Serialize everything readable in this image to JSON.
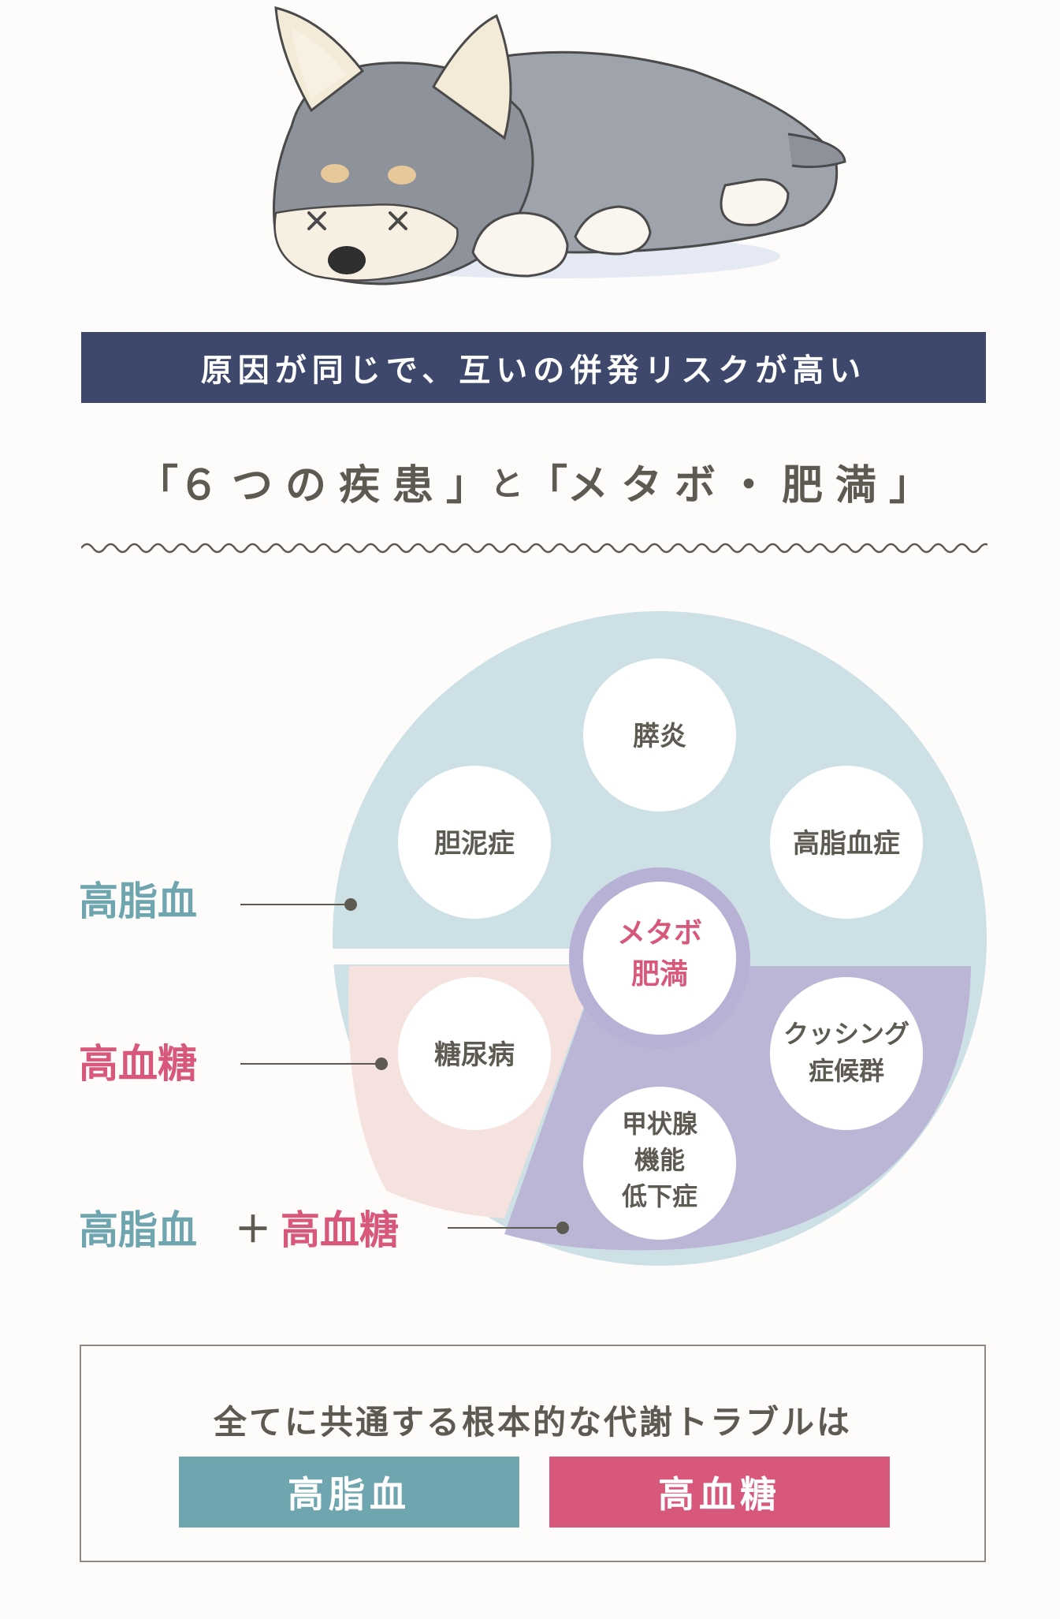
{
  "banner": {
    "text": "原因が同じで、互いの併発リスクが高い"
  },
  "headline": {
    "open_quote": "「",
    "part1": "６つの疾患",
    "close_quote": "」",
    "connector": "と",
    "open_quote2": "「",
    "part2": "メタボ・肥満",
    "close_quote2": "」"
  },
  "diagram": {
    "center": {
      "line1": "メタボ",
      "line2": "肥満"
    },
    "circles": {
      "pancreatitis": "膵炎",
      "gallstone": "胆泥症",
      "hyperlipidemia": "高脂血症",
      "diabetes": "糖尿病",
      "cushing_line1": "クッシング",
      "cushing_line2": "症候群",
      "thyroid_line1": "甲状腺",
      "thyroid_line2": "機能",
      "thyroid_line3": "低下症"
    },
    "legend": {
      "lipid": "高脂血",
      "sugar": "高血糖",
      "both_lipid": "高脂血",
      "plus": "＋",
      "both_sugar": "高血糖"
    },
    "colors": {
      "lipid_region": "#cde0e5",
      "sugar_region": "#f5e2de",
      "both_region": "#bbb6d6",
      "center_ring": "#b8b1d6",
      "lipid_text": "#6ea5ae",
      "sugar_text": "#d7587a",
      "plus_text": "#5d5a52",
      "circle_text": "#5d5a52"
    }
  },
  "summary": {
    "text": "全てに共通する根本的な代謝トラブルは",
    "tag_lipid": "高脂血",
    "tag_sugar": "高血糖"
  }
}
